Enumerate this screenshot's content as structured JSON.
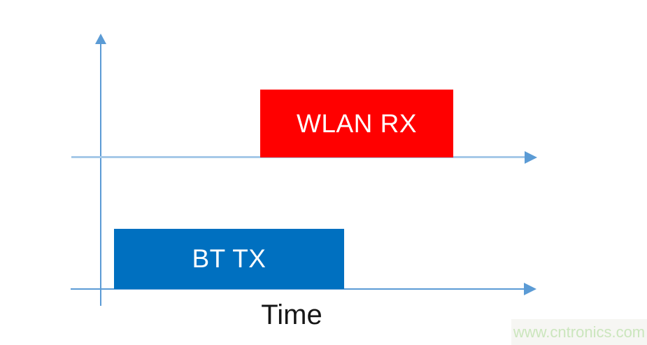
{
  "diagram": {
    "type": "timing-diagram",
    "axis_label": "Time",
    "rows": [
      {
        "name": "wlan-row",
        "block": {
          "id": "wlan-rx",
          "label": "WLAN RX",
          "fill": "#ff0000",
          "text_color": "#ffffff"
        },
        "span_pct": {
          "start": 41,
          "end": 82
        }
      },
      {
        "name": "bt-row",
        "block": {
          "id": "bt-tx",
          "label": "BT TX",
          "fill": "#0070c0",
          "text_color": "#ffffff"
        },
        "span_pct": {
          "start": 9,
          "end": 59
        }
      }
    ],
    "colors": {
      "axis_stroke": "#5b9bd5",
      "upper_axis_line": "#a6c9e8",
      "time_label_color": "#161616"
    }
  },
  "watermark": {
    "text": "www.cntronics.com",
    "color": "#cbe6bd"
  }
}
